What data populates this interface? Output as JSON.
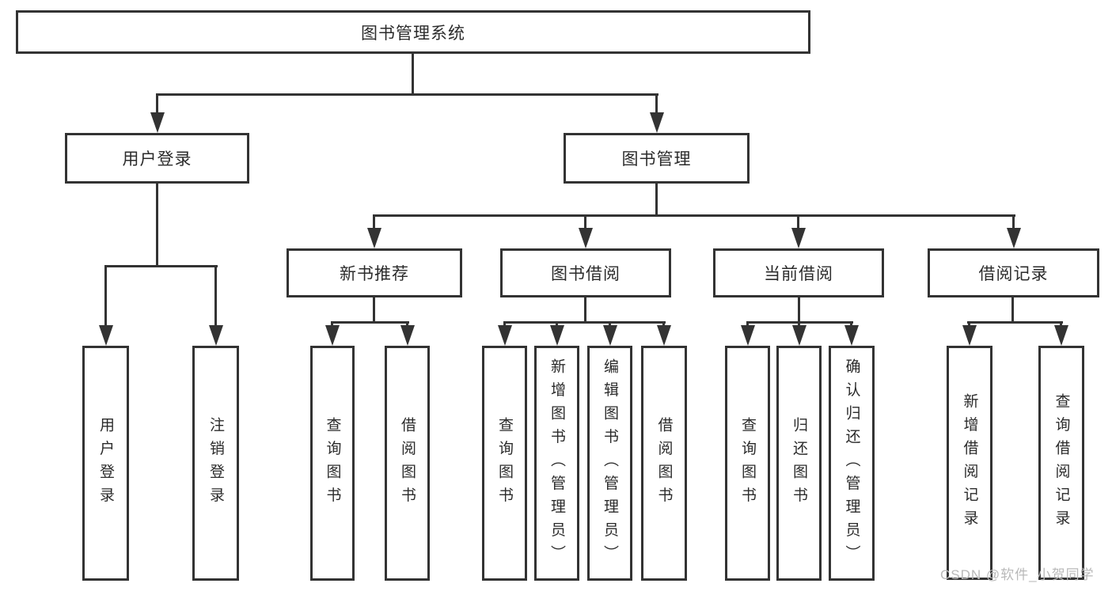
{
  "colors": {
    "line": "#333333",
    "box_bg": "#ffffff",
    "text": "#2b2b2b",
    "watermark": "#b9b9b9",
    "background": "#ffffff"
  },
  "nodes": {
    "root": {
      "label": "图书管理系统"
    },
    "user_login": {
      "label": "用户登录"
    },
    "book_management": {
      "label": "图书管理"
    },
    "new_book_recommend": {
      "label": "新书推荐"
    },
    "book_borrowing": {
      "label": "图书借阅"
    },
    "current_borrowing": {
      "label": "当前借阅"
    },
    "borrowing_records": {
      "label": "借阅记录"
    },
    "leaves": [
      {
        "label": "用户登录"
      },
      {
        "label": "注销登录"
      },
      {
        "label": "查询图书"
      },
      {
        "label": "借阅图书"
      },
      {
        "label": "查询图书"
      },
      {
        "label": "新增图书（管理员）"
      },
      {
        "label": "编辑图书（管理员）"
      },
      {
        "label": "借阅图书"
      },
      {
        "label": "查询图书"
      },
      {
        "label": "归还图书"
      },
      {
        "label": "确认归还（管理员）"
      },
      {
        "label": "新增借阅记录"
      },
      {
        "label": "查询借阅记录"
      }
    ]
  },
  "watermark": {
    "text": "CSDN @软件_小贺同学"
  }
}
